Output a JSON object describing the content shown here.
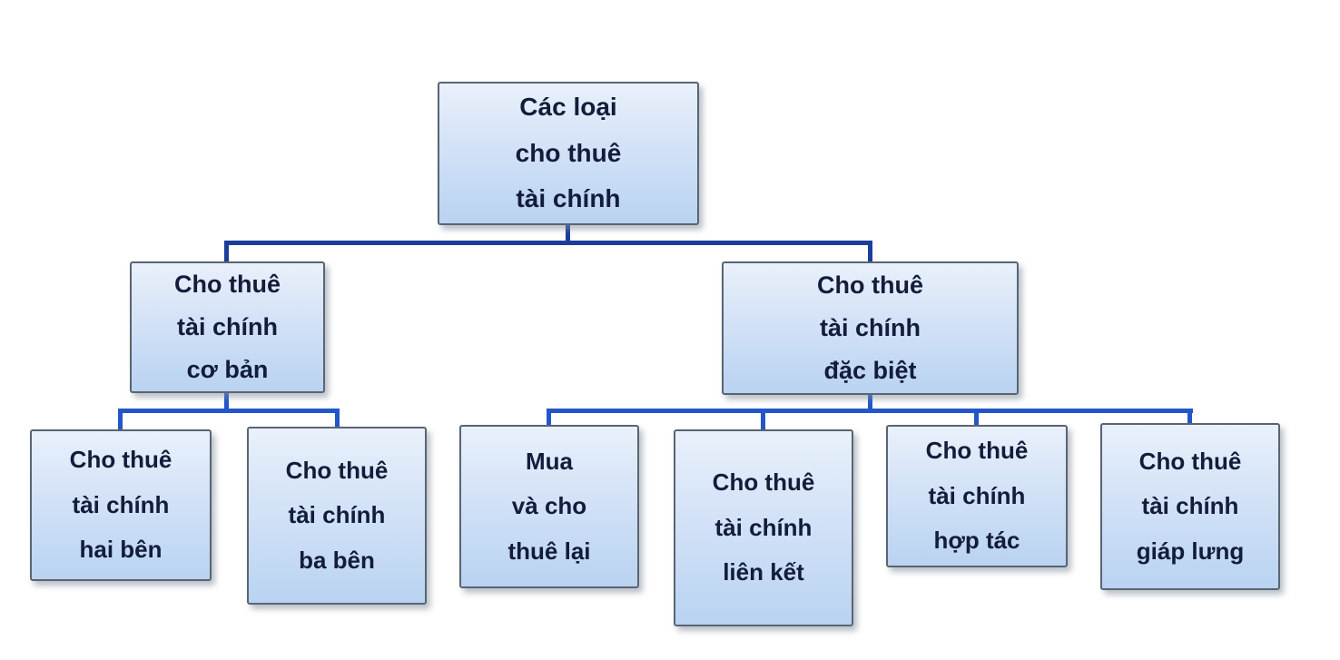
{
  "diagram": {
    "type": "tree",
    "title": "Các loại cho thuê tài chính",
    "colors": {
      "connector_top": "#1b3e9b",
      "connector_branch": "#2356c8",
      "box_border": "#5a6472",
      "box_fill_top": "#e9f1fb",
      "box_fill_bottom": "#b9d3f1",
      "text": "#131c3b"
    },
    "nodes": {
      "root": {
        "label": "Các loại\ncho thuê\ntài chính"
      },
      "basic": {
        "label": "Cho thuê\ntài chính\ncơ bản"
      },
      "special": {
        "label": "Cho thuê\ntài chính\nđặc biệt"
      },
      "leaf_hai_ben": {
        "label": "Cho thuê\ntài chính\nhai bên"
      },
      "leaf_ba_ben": {
        "label": "Cho thuê\ntài chính\nba bên"
      },
      "leaf_mua_va_cho_thue_lai": {
        "label": "Mua\nvà cho\nthuê lại"
      },
      "leaf_lien_ket": {
        "label": "Cho thuê\ntài chính\nliên kết"
      },
      "leaf_hop_tac": {
        "label": "Cho thuê\ntài chính\nhợp tác"
      },
      "leaf_giap_lung": {
        "label": "Cho thuê\ntài chính\ngiáp lưng"
      }
    },
    "hierarchy": {
      "root": [
        "basic",
        "special"
      ],
      "basic": [
        "leaf_hai_ben",
        "leaf_ba_ben"
      ],
      "special": [
        "leaf_mua_va_cho_thue_lai",
        "leaf_lien_ket",
        "leaf_hop_tac",
        "leaf_giap_lung"
      ]
    }
  }
}
